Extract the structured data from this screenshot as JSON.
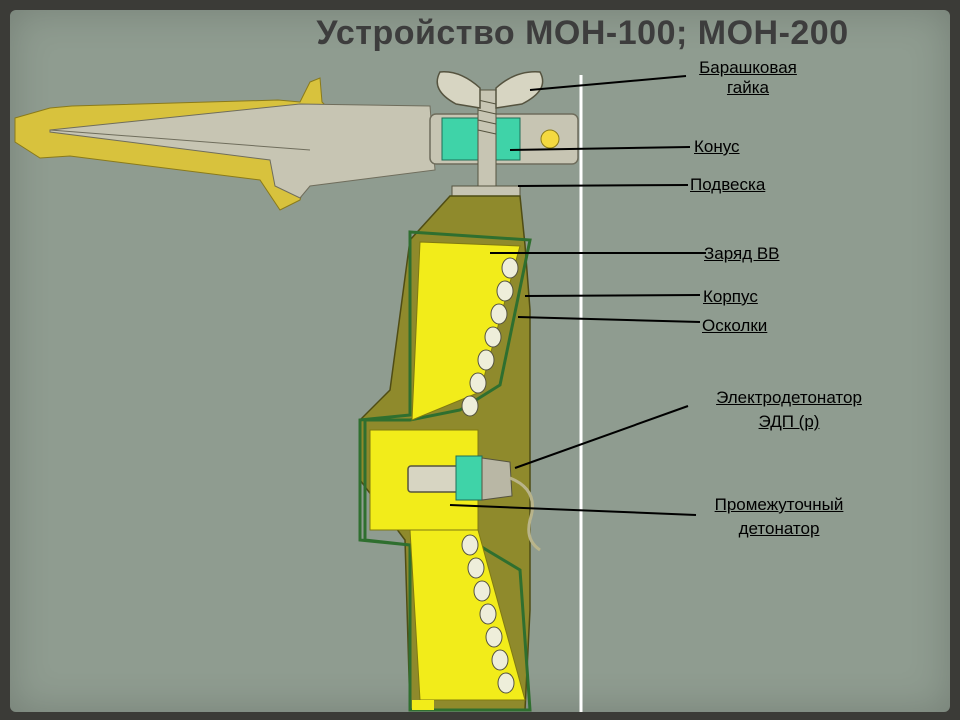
{
  "title": "Устройство МОН-100; МОН-200",
  "labels": {
    "wing_nut": [
      "Барашковая",
      "гайка"
    ],
    "cone": "Конус",
    "suspension": "Подвеска",
    "charge": "Заряд ВВ",
    "body": "Корпус",
    "fragments": "Осколки",
    "detonator": [
      "Электродетонатор",
      "ЭДП (р)"
    ],
    "intermediate": [
      "Промежуточный",
      "детонатор"
    ]
  },
  "colors": {
    "background": "#8f9c90",
    "explosive": "#f2ec1a",
    "casing": "#8f8a2c",
    "metal": "#c7c5b3",
    "spike": "#d8c23d",
    "cone": "#3fd3a8"
  }
}
